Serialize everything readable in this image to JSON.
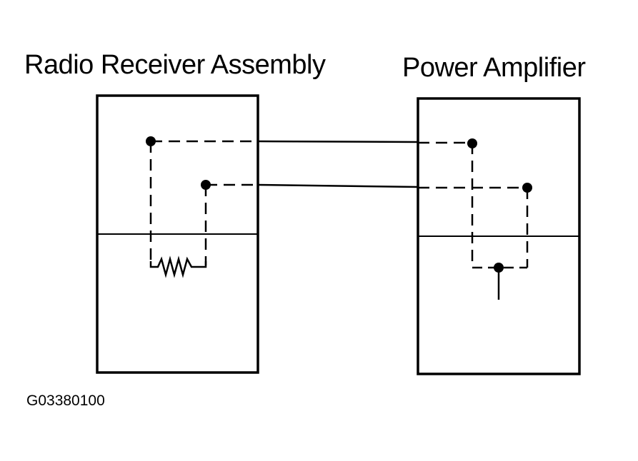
{
  "diagram": {
    "components": [
      {
        "id": "radio-receiver",
        "label": "Radio Receiver Assembly"
      },
      {
        "id": "power-amplifier",
        "label": "Power Amplifier"
      }
    ],
    "figure_id": "G03380100",
    "connections": [
      {
        "from": "radio-receiver",
        "to": "power-amplifier",
        "type": "wire"
      },
      {
        "from": "radio-receiver",
        "to": "power-amplifier",
        "type": "wire"
      }
    ],
    "internal_elements": {
      "radio-receiver": "resistor",
      "power-amplifier": "ground-junction"
    },
    "colors": {
      "line": "#000000",
      "background": "#ffffff"
    }
  }
}
